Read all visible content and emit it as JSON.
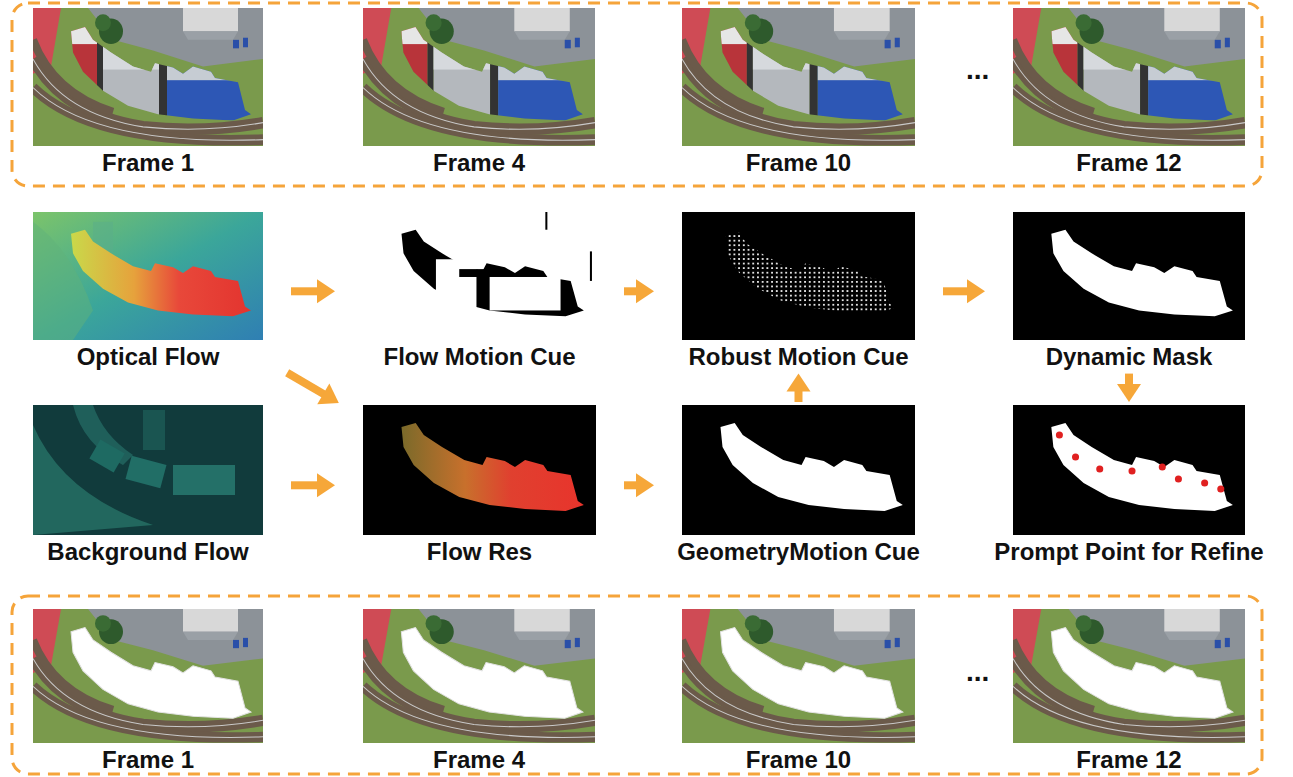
{
  "diagram": {
    "nodes": [
      {
        "text": [
          "Frame 1"
        ]
      },
      {
        "text": [
          "Frame 4"
        ]
      },
      {
        "text": [
          "Frame 10"
        ]
      },
      {
        "text": [
          "Frame 12"
        ]
      },
      {
        "text": [
          "Optical Flow"
        ]
      },
      {
        "text": [
          "Flow Motion Cue"
        ]
      },
      {
        "text": [
          "Robust Motion Cue"
        ]
      },
      {
        "text": [
          "Dynamic Mask"
        ]
      },
      {
        "text": [
          "Background Flow"
        ]
      },
      {
        "text": [
          "Flow Res"
        ]
      },
      {
        "text": [
          "GeometryMotion Cue"
        ]
      },
      {
        "text": [
          "Prompt Point for Refine"
        ]
      },
      {
        "text": [
          "Frame 1"
        ]
      },
      {
        "text": [
          "Frame 4"
        ]
      },
      {
        "text": [
          "Frame 10"
        ]
      },
      {
        "text": [
          "Frame 12"
        ]
      }
    ],
    "edges": [
      {
        "from": 4,
        "to": 5,
        "arrow": "to"
      },
      {
        "from": 4,
        "to": 9,
        "arrow": "to"
      },
      {
        "from": 8,
        "to": 9,
        "arrow": "to"
      },
      {
        "from": 5,
        "to": 6,
        "arrow": "to"
      },
      {
        "from": 9,
        "to": 10,
        "arrow": "to"
      },
      {
        "from": 10,
        "to": 6,
        "arrow": "to"
      },
      {
        "from": 6,
        "to": 7,
        "arrow": "to"
      },
      {
        "from": 7,
        "to": 11,
        "arrow": "to"
      }
    ],
    "labels": [
      "...",
      "..."
    ]
  }
}
